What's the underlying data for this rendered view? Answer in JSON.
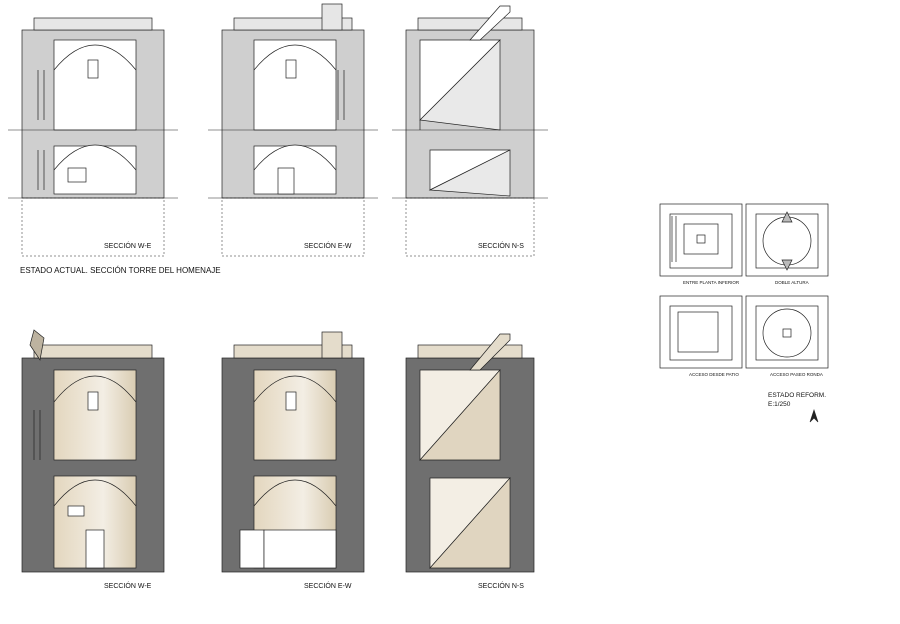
{
  "existing": {
    "title": "ESTADO ACTUAL. SECCIÓN TORRE DEL HOMENAJE",
    "sections": [
      "SECCIÓN W-E",
      "SECCIÓN E-W",
      "SECCIÓN N-S"
    ]
  },
  "reform": {
    "sections": [
      "SECCIÓN W-E",
      "SECCIÓN E-W",
      "SECCIÓN N-S"
    ]
  },
  "plans": {
    "labels": [
      "ENTRE PLANTA INFERIOR",
      "DOBLE ALTURA",
      "ACCESO DESDE PATIO",
      "ACCESO PASEO RONDA"
    ],
    "title": "ESTADO REFORM.",
    "scale": "E:1/250"
  },
  "colors": {
    "existing_wall": "#cfcfcf",
    "reform_wall": "#6f6f6f",
    "vault_fill": "#e8dfcd",
    "outline": "#222222"
  }
}
